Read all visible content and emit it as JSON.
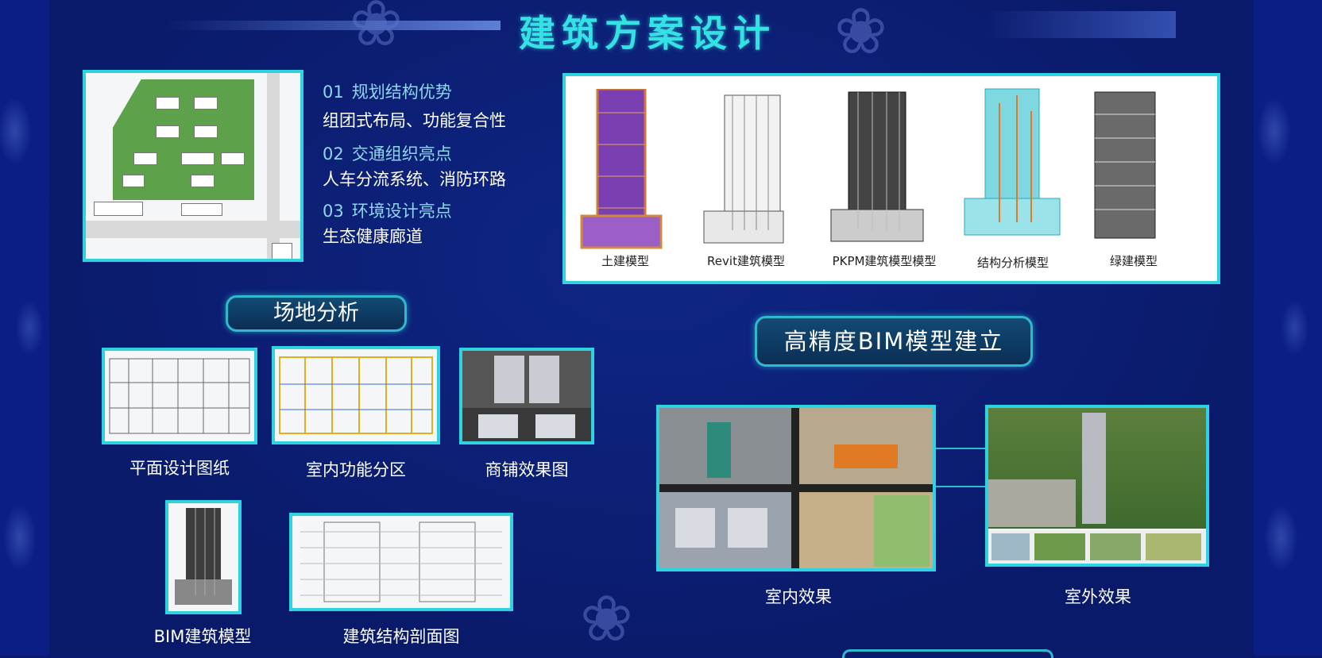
{
  "header": {
    "title": "建筑方案设计"
  },
  "points": [
    {
      "num": "01",
      "head": "规划结构优势",
      "desc": "组团式布局、功能复合性"
    },
    {
      "num": "02",
      "head": "交通组织亮点",
      "desc": "人车分流系统、消防环路"
    },
    {
      "num": "03",
      "head": "环境设计亮点",
      "desc": "生态健康廊道"
    }
  ],
  "models": {
    "labels": [
      "土建模型",
      "Revit建筑模型",
      "PKPM建筑模型模型",
      "结构分析模型",
      "绿建模型"
    ]
  },
  "site_analysis": {
    "title": "场地分析",
    "captions": {
      "plan": "平面设计图纸",
      "zoning": "室内功能分区",
      "shop": "商铺效果图",
      "bim": "BIM建筑模型",
      "section": "建筑结构剖面图"
    }
  },
  "bim": {
    "title": "高精度BIM模型建立",
    "interior_caption": "室内效果",
    "exterior_caption": "室外效果"
  },
  "colors": {
    "accent": "#2fd3e0",
    "title": "#34e2e6",
    "background": "#0a1a6e"
  }
}
